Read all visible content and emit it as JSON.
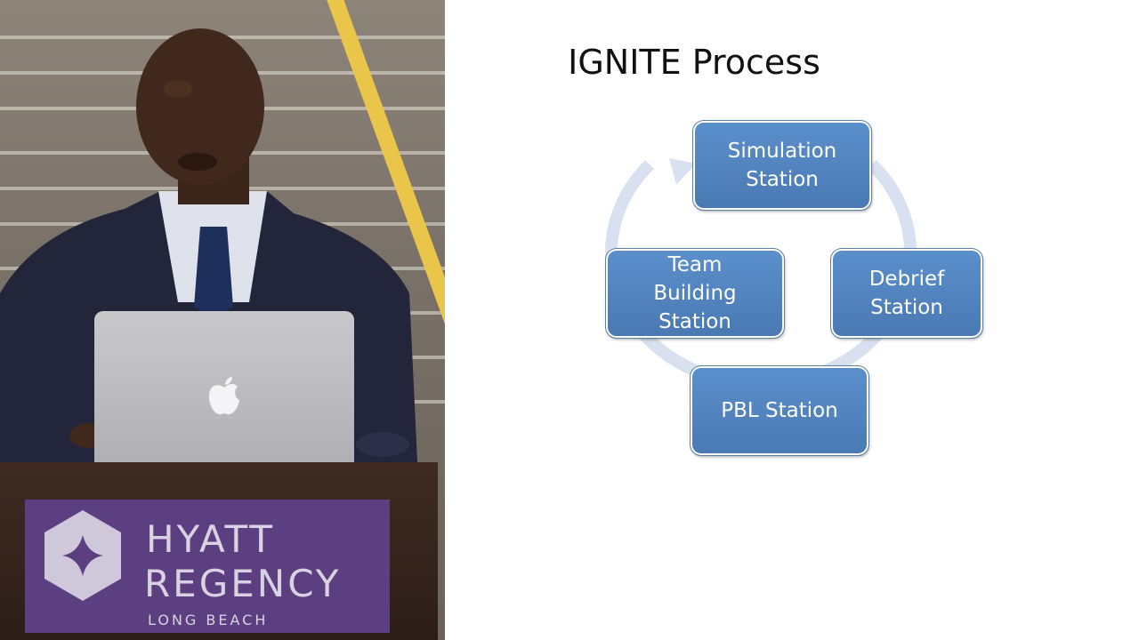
{
  "slide": {
    "title": "IGNITE Process",
    "stations": [
      {
        "id": "simulation",
        "lines": [
          "Simulation",
          "Station"
        ]
      },
      {
        "id": "debrief",
        "lines": [
          "Debrief",
          "Station"
        ]
      },
      {
        "id": "pbl",
        "lines": [
          "PBL Station"
        ]
      },
      {
        "id": "team",
        "lines": [
          "Team",
          "Building",
          "Station"
        ]
      }
    ],
    "colors": {
      "box_fill": "#4f81bd",
      "arrow": "#d9e1f0",
      "title": "#111111"
    }
  },
  "video": {
    "podium_sign": {
      "line1": "HYATT",
      "line2": "REGENCY",
      "line3": "LONG BEACH",
      "color": "#5c3f80"
    }
  }
}
